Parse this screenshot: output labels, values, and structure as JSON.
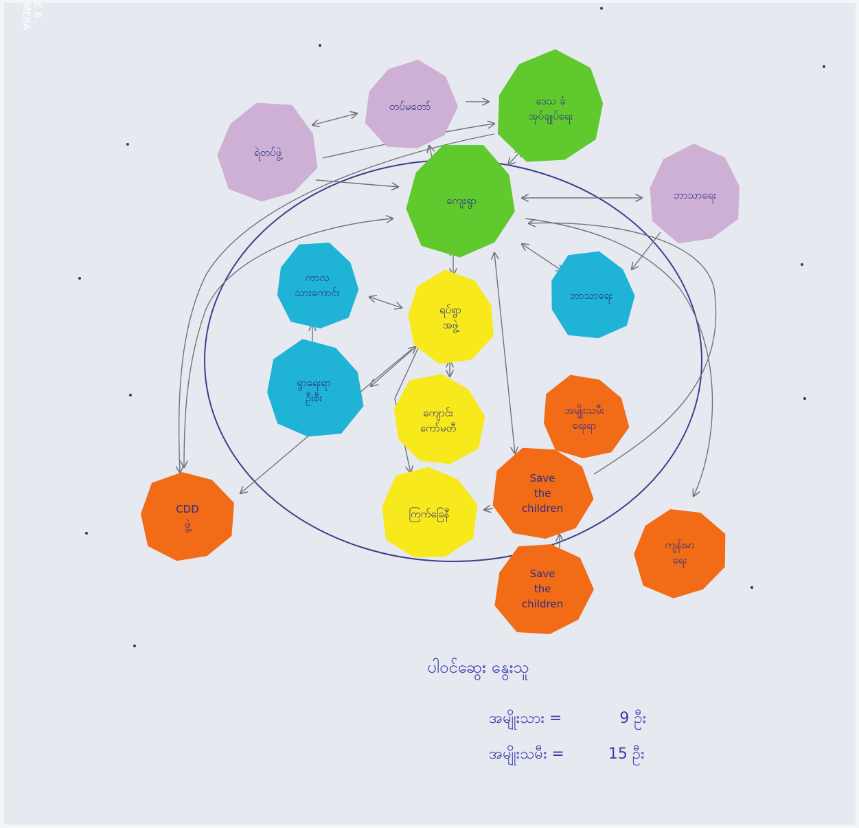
{
  "camera_watermark": [
    "E 8 .",
    "MERA"
  ],
  "colors": {
    "lavender": "#cdb0d3",
    "green": "#5fc92d",
    "cyan": "#1fb3d6",
    "yellow": "#f7e91b",
    "orange": "#f26b16",
    "ink": "#2b2f8a",
    "pencil": "#6f727a"
  },
  "nodes": [
    {
      "id": "purple-top",
      "color": "lavender",
      "lines": [
        "တပ်မတော်"
      ]
    },
    {
      "id": "purple-left",
      "color": "lavender",
      "lines": [
        "ရဲတပ်ဖွဲ့"
      ]
    },
    {
      "id": "green-top",
      "color": "green",
      "lines": [
        "ဒေသ ခံ",
        "အုပ်ချုပ်ရေး"
      ]
    },
    {
      "id": "green-center",
      "color": "green",
      "lines": [
        "ကျေးရွာ"
      ]
    },
    {
      "id": "purple-right",
      "color": "lavender",
      "lines": [
        "ဘာသာရေး"
      ]
    },
    {
      "id": "cyan-left-top",
      "color": "cyan",
      "lines": [
        "ကာလ",
        "သားကောင်း"
      ]
    },
    {
      "id": "yellow-center",
      "color": "yellow",
      "lines": [
        "ရပ်ရွာ",
        "အဖွဲ့"
      ]
    },
    {
      "id": "cyan-right",
      "color": "cyan",
      "lines": [
        "ဘာသာရေး"
      ]
    },
    {
      "id": "cyan-left-bottom",
      "color": "cyan",
      "lines": [
        "ရွာရေးရာ",
        "ဦးစီး"
      ]
    },
    {
      "id": "yellow-mid",
      "color": "yellow",
      "lines": [
        "ကျောင်း",
        "ကော်မတီ"
      ]
    },
    {
      "id": "orange-right-top",
      "color": "orange",
      "lines": [
        "အမျိုးသမီး",
        "ရေးရာ"
      ]
    },
    {
      "id": "yellow-bottom",
      "color": "yellow",
      "lines": [
        "ကြက်ခြေနီ"
      ]
    },
    {
      "id": "orange-stc-inner",
      "color": "orange",
      "lines": [
        "Save",
        "the",
        "children"
      ]
    },
    {
      "id": "orange-cdd",
      "color": "orange",
      "lines": [
        "CDD",
        "ဖွဲ့"
      ]
    },
    {
      "id": "orange-stc-outer",
      "color": "orange",
      "lines": [
        "Save",
        "the",
        "children"
      ]
    },
    {
      "id": "orange-right-bottom",
      "color": "orange",
      "lines": [
        "ကျန်းမာ",
        "ရေး"
      ]
    }
  ],
  "footnote": {
    "heading": "ပါဝင်ဆွေး နွေးသူ",
    "rows": [
      {
        "label": "အမျိုးသား =",
        "value": "9",
        "unit": "ဦး"
      },
      {
        "label": "အမျိုးသမီး =",
        "value": "15",
        "unit": "ဦး"
      }
    ]
  }
}
